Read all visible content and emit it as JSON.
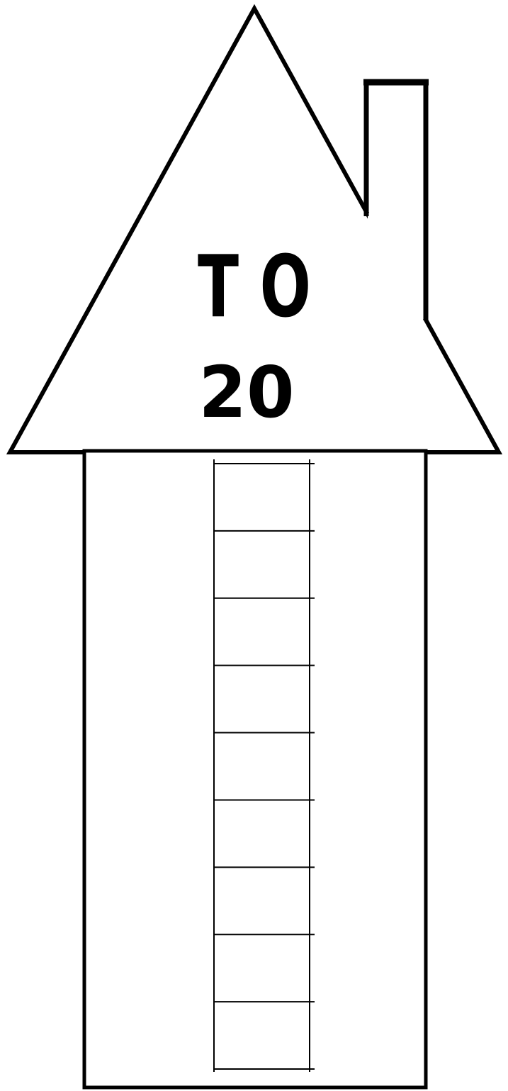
{
  "roof": {
    "line1": "T O",
    "line2": "20"
  },
  "ladder": {
    "rows": 9
  },
  "colors": {
    "stroke": "#000000",
    "fill": "#ffffff",
    "text": "#000000"
  }
}
